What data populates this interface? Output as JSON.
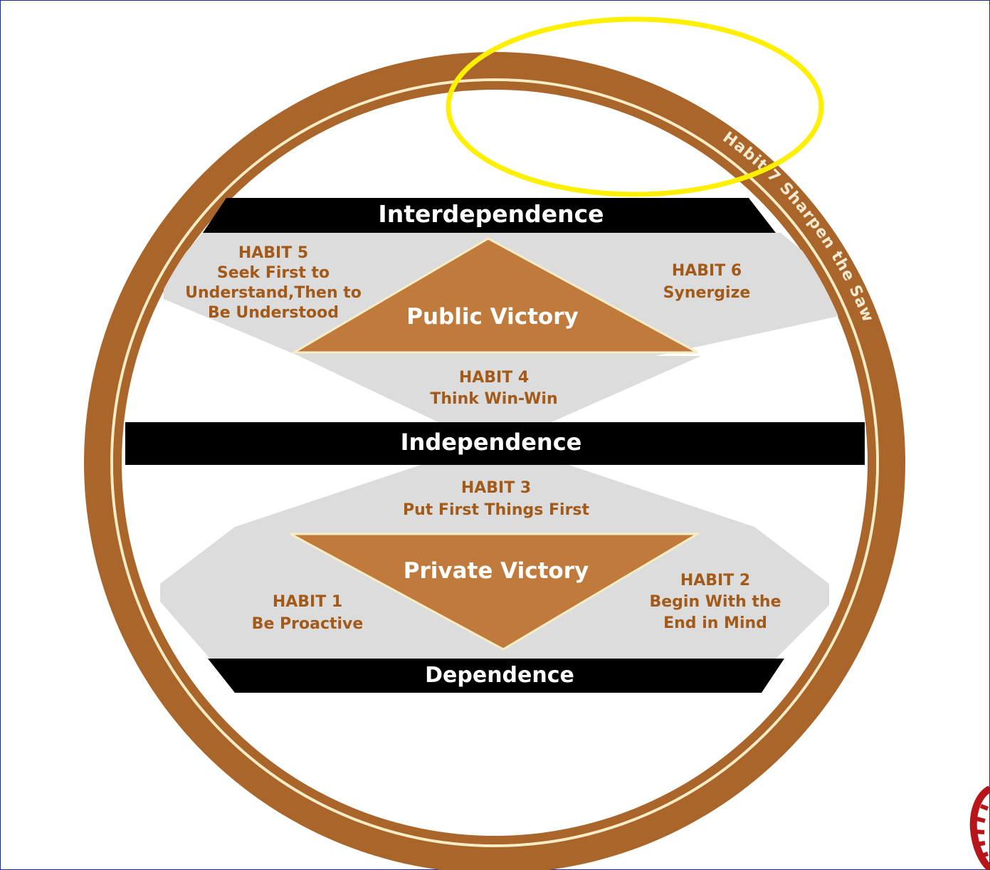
{
  "title_arc": "Habit 7 Sharpen the Saw",
  "bands": {
    "top": "Interdependence",
    "middle": "Independence",
    "bottom": "Dependence"
  },
  "victories": {
    "public": "Public Victory",
    "private": "Private Victory"
  },
  "habits": {
    "h5": {
      "number": "HABIT 5",
      "line1": "Seek First to",
      "line2": "Understand,Then to",
      "line3": "Be Understood"
    },
    "h6": {
      "number": "HABIT 6",
      "line1": "Synergize"
    },
    "h4": {
      "number": "HABIT 4",
      "line1": "Think Win-Win"
    },
    "h3": {
      "number": "HABIT 3",
      "line1": "Put First Things First"
    },
    "h1": {
      "number": "HABIT 1",
      "line1": "Be Proactive"
    },
    "h2": {
      "number": "HABIT 2",
      "line1": "Begin With the",
      "line2": "End in Mind"
    }
  },
  "colors": {
    "ring": "#a9652a",
    "ring_line": "#f6ecc6",
    "band": "#000000",
    "triangle": "#c07a3c",
    "gray_zone": "#dcdcdc",
    "habit_text": "#a35a18",
    "highlight": "#ffef00",
    "frame": "#1a2a9a"
  }
}
